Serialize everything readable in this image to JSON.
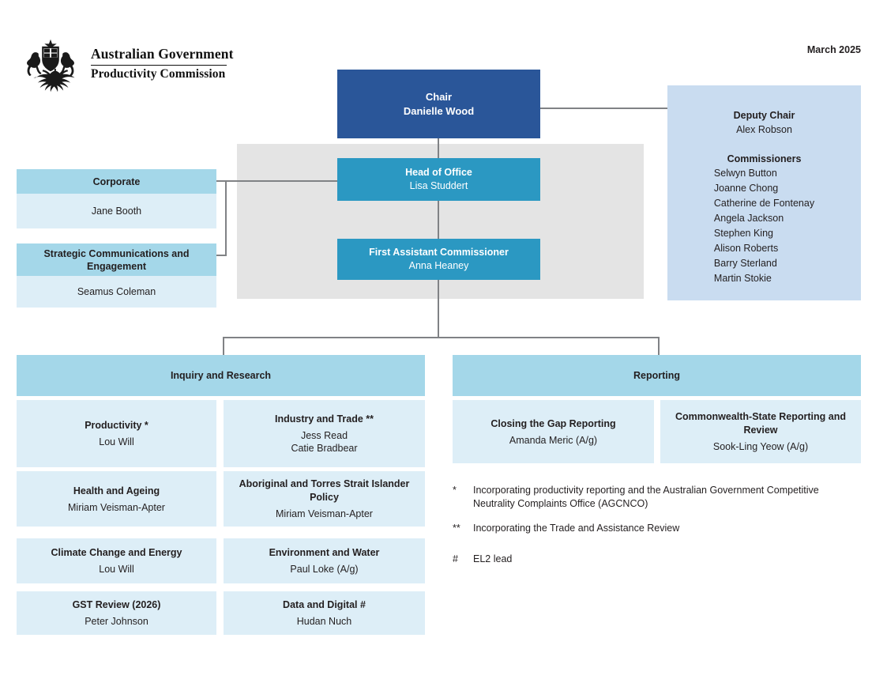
{
  "header": {
    "crest_icon": "australian-coat-of-arms",
    "brand_line1": "Australian Government",
    "brand_line2": "Productivity Commission",
    "date": "March 2025"
  },
  "chair": {
    "title": "Chair",
    "name": "Danielle Wood"
  },
  "head_of_office": {
    "title": "Head of Office",
    "name": "Lisa Studdert"
  },
  "first_assistant_commissioner": {
    "title": "First Assistant Commissioner",
    "name": "Anna Heaney"
  },
  "commissioners_panel": {
    "deputy_chair_label": "Deputy Chair",
    "deputy_chair_name": "Alex Robson",
    "commissioners_label": "Commissioners",
    "commissioners": [
      "Selwyn Button",
      "Joanne Chong",
      "Catherine de Fontenay",
      "Angela Jackson",
      "Stephen King",
      "Alison Roberts",
      "Barry Sterland",
      "Martin Stokie"
    ]
  },
  "support_units": [
    {
      "title": "Corporate",
      "name": "Jane Booth"
    },
    {
      "title": "Strategic Communications and Engagement",
      "name": "Seamus Coleman"
    }
  ],
  "divisions": [
    {
      "name": "Inquiry and Research",
      "branches_col1": [
        {
          "title": "Productivity *",
          "names": [
            "Lou Will"
          ]
        },
        {
          "title": "Health and Ageing",
          "names": [
            "Miriam Veisman-Apter"
          ]
        },
        {
          "title": "Climate Change and Energy",
          "names": [
            "Lou Will"
          ]
        },
        {
          "title": "GST Review (2026)",
          "names": [
            "Peter Johnson"
          ]
        }
      ],
      "branches_col2": [
        {
          "title": "Industry and Trade **",
          "names": [
            "Jess Read",
            "Catie Bradbear"
          ]
        },
        {
          "title": "Aboriginal and Torres Strait Islander Policy",
          "names": [
            "Miriam Veisman-Apter"
          ]
        },
        {
          "title": "Environment and Water",
          "names": [
            "Paul Loke (A/g)"
          ]
        },
        {
          "title": "Data and Digital #",
          "names": [
            "Hudan Nuch"
          ]
        }
      ]
    },
    {
      "name": "Reporting",
      "branches_col1": [
        {
          "title": "Closing the Gap Reporting",
          "names": [
            "Amanda Meric (A/g)"
          ]
        }
      ],
      "branches_col2": [
        {
          "title": "Commonwealth-State Reporting and Review",
          "names": [
            "Sook-Ling Yeow (A/g)"
          ]
        }
      ]
    }
  ],
  "footnotes": [
    {
      "marker": "*",
      "text": "Incorporating productivity reporting and the Australian Government Competitive Neutrality Complaints Office (AGCNCO)"
    },
    {
      "marker": "**",
      "text": "Incorporating the Trade and Assistance Review"
    },
    {
      "marker": "#",
      "text": "EL2 lead"
    }
  ],
  "colors": {
    "chair_blue": "#2a5699",
    "exec_cyan": "#2b98c2",
    "commissioners_panel": "#c9dcf0",
    "caption_blue": "#a4d7e9",
    "body_blue": "#ddeef7",
    "grey_panel": "#e4e4e4",
    "connector": "#808285"
  }
}
